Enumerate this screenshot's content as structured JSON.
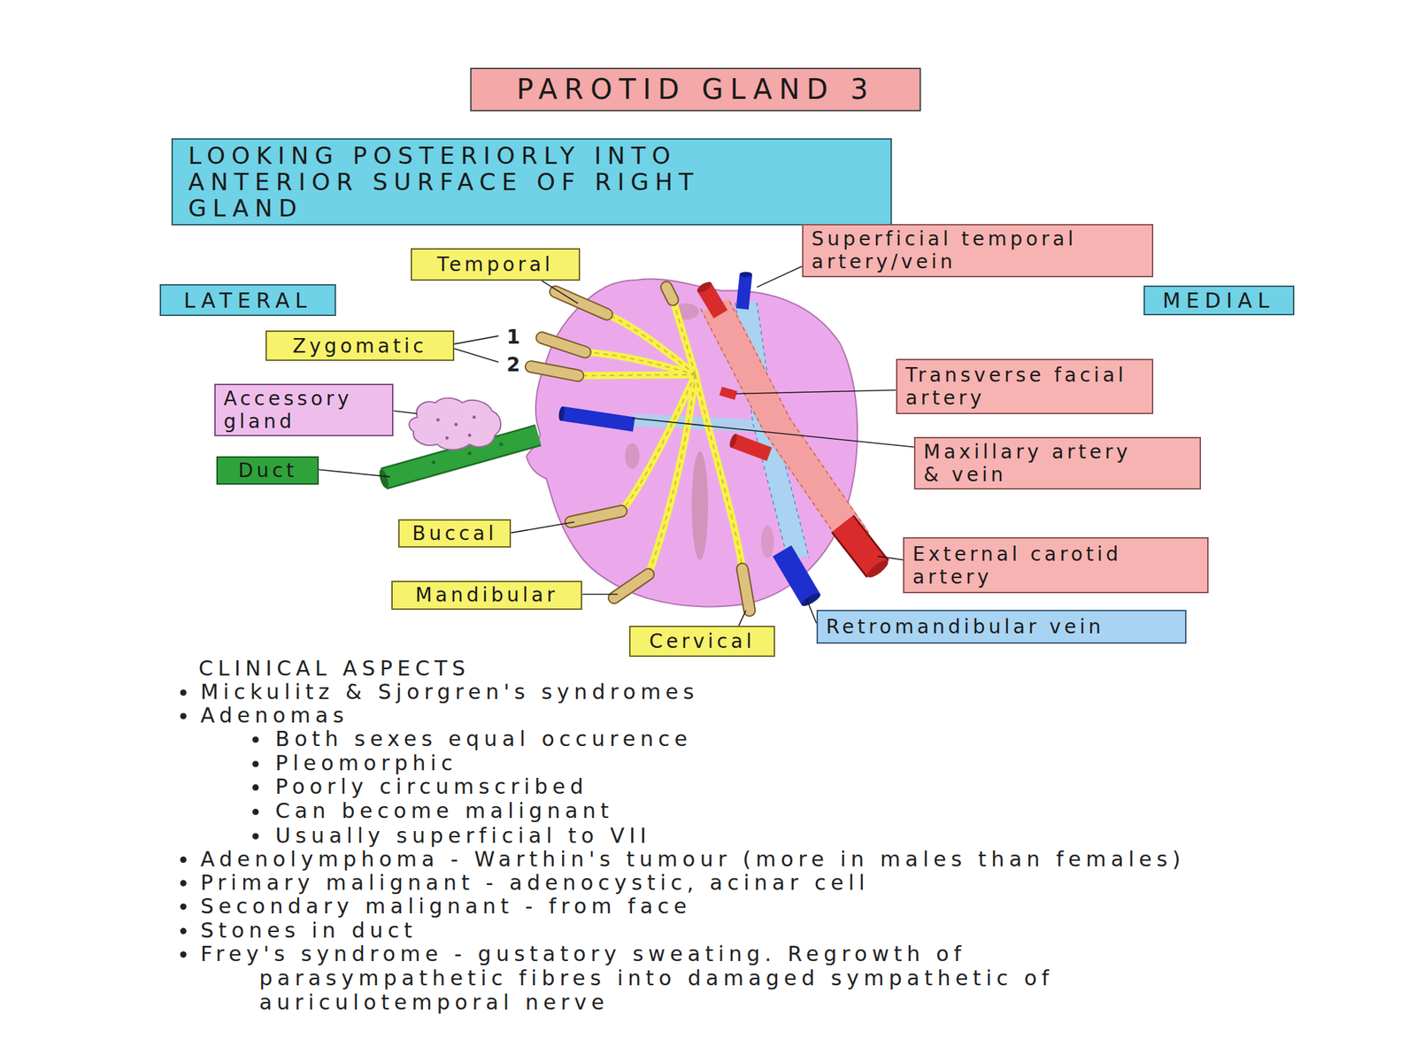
{
  "diagram": {
    "title": "PAROTID GLAND 3",
    "nodes": [
      {
        "text": [
          "LOOKING POSTERIORLY INTO ANTERIOR SURFACE OF RIGHT GLAND"
        ]
      },
      {
        "text": [
          "Superficial temporal artery/vein"
        ]
      },
      {
        "text": [
          "Temporal"
        ]
      },
      {
        "text": [
          "LATERAL"
        ]
      },
      {
        "text": [
          "MEDIAL"
        ]
      },
      {
        "text": [
          "Zygomatic"
        ]
      },
      {
        "text": [
          "Transverse facial artery"
        ]
      },
      {
        "text": [
          "Accessory gland"
        ]
      },
      {
        "text": [
          "Maxillary artery & vein"
        ]
      },
      {
        "text": [
          "Duct"
        ]
      },
      {
        "text": [
          "Buccal"
        ]
      },
      {
        "text": [
          "External carotid artery"
        ]
      },
      {
        "text": [
          "Mandibular"
        ]
      },
      {
        "text": [
          "Retromandibular vein"
        ]
      },
      {
        "text": [
          "Cervical"
        ]
      }
    ],
    "labels": [
      "1",
      "2",
      "CLINICAL ASPECTS",
      "Mickulitz & Sjorgren's syndromes",
      "Adenomas",
      "Both sexes equal occurence",
      "Pleomorphic",
      "Poorly circumscribed",
      "Can become malignant",
      "Usually superficial to VII",
      "Adenolymphoma - Warthin's tumour (more in males than females)",
      "Primary malignant - adenocystic, acinar cell",
      "Secondary malignant - from face",
      "Stones in duct",
      "Frey's syndrome - gustatory sweating. Regrowth of parasympathetic fibres into damaged sympathetic of auriculotemporal nerve"
    ]
  }
}
